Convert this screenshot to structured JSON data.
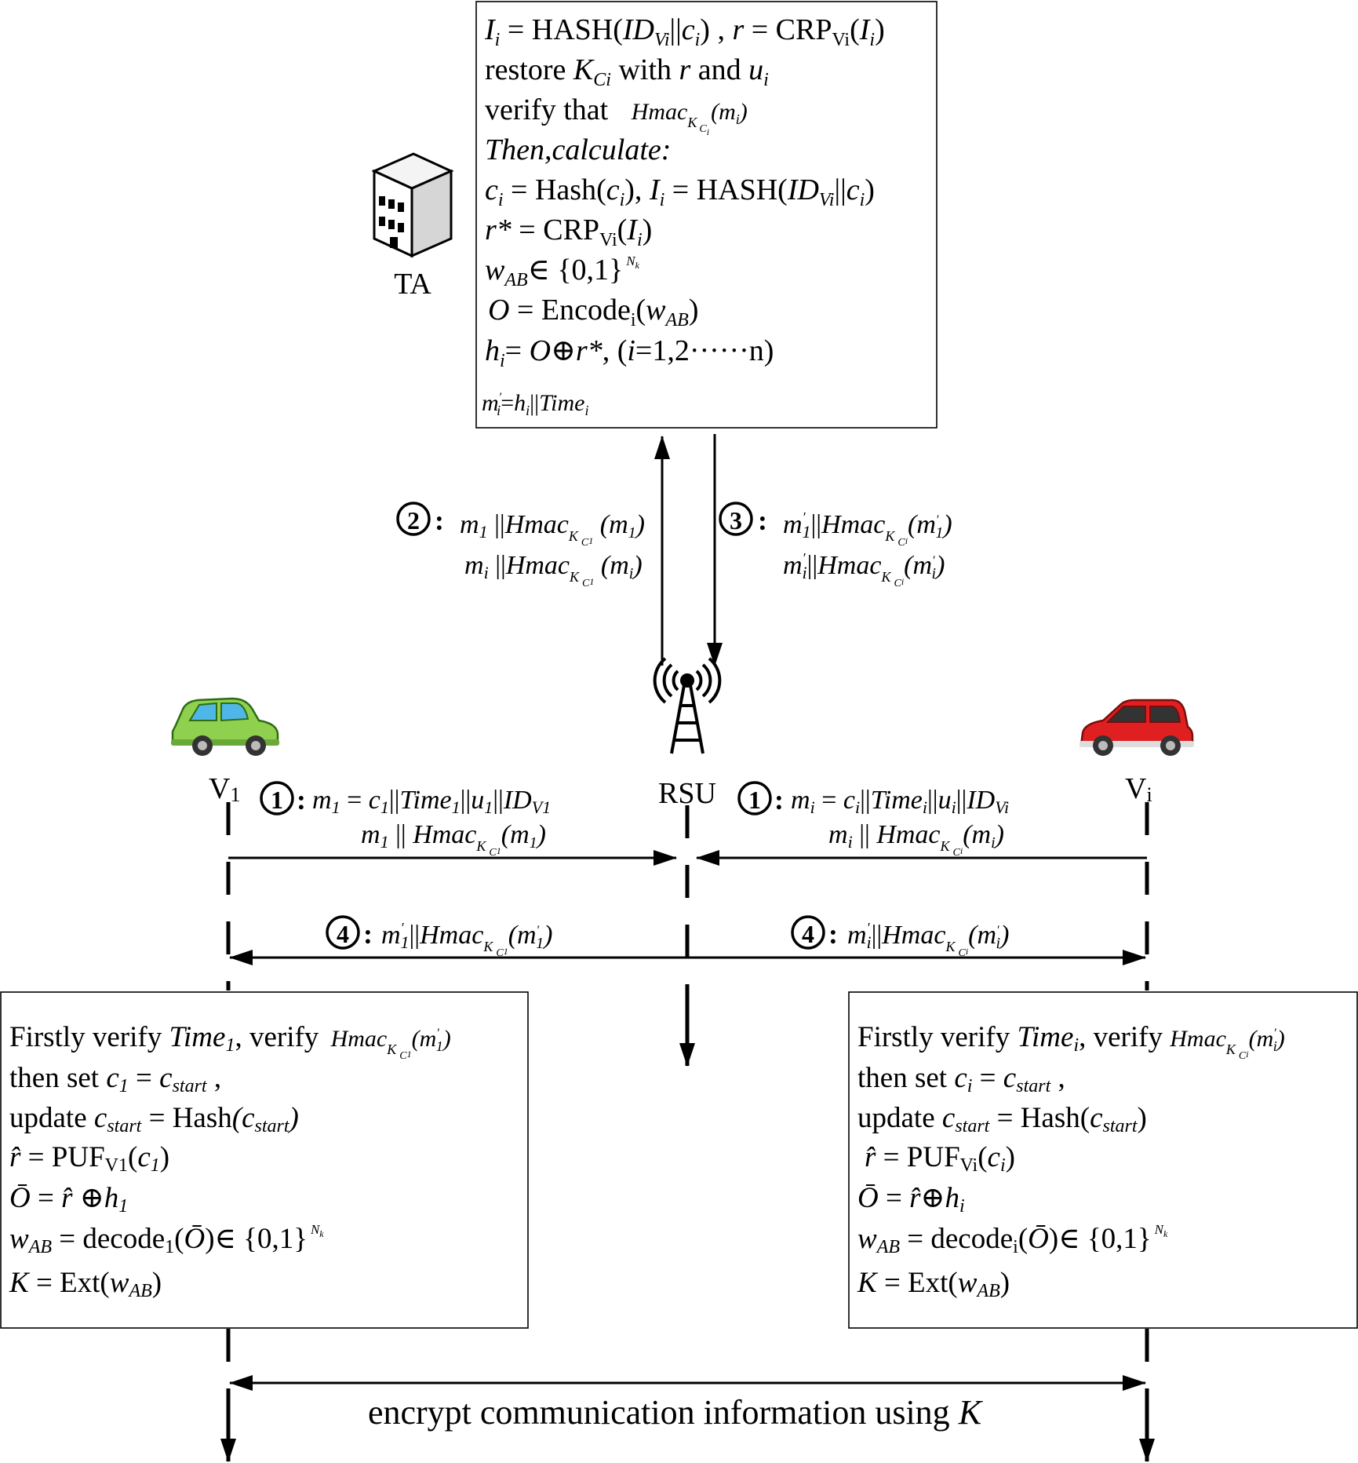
{
  "entities": {
    "ta": "TA",
    "rsu": "RSU",
    "v1": "V",
    "v1_sub": "1",
    "vi": "V",
    "vi_sub": "i"
  },
  "ta_box": {
    "l1a": "I",
    "l1b": "i",
    "l1c": " = HASH(",
    "l1d": "ID",
    "l1e": "Vi",
    "l1f": "||",
    "l1g": "c",
    "l1h": "i",
    "l1i": ") , ",
    "l1j": "r",
    "l1k": " = CRP",
    "l1l": "Vi",
    "l1m": "(",
    "l1n": "I",
    "l1o": "i",
    "l1p": ")",
    "l2a": "restore ",
    "l2b": "K",
    "l2c": "Ci",
    "l2d": " with ",
    "l2e": "r",
    "l2f": " and ",
    "l2g": "u",
    "l2h": "i",
    "l3a": "verify that ",
    "l3b": "Hmac",
    "l3c": "K",
    "l3d": "C",
    "l3e": "i",
    "l3f": "(m",
    "l3g": "i",
    "l3h": ")",
    "l4": "Then,calculate:",
    "l5a": "c",
    "l5b": "i",
    "l5c": " = Hash(",
    "l5d": "c",
    "l5e": "i",
    "l5f": "), ",
    "l5g": "I",
    "l5h": "i",
    "l5i": " = HASH(",
    "l5j": "ID",
    "l5k": "Vi",
    "l5l": "||",
    "l5m": "c",
    "l5n": "i",
    "l5o": ")",
    "l6a": "r*",
    "l6b": " = CRP",
    "l6c": "Vi",
    "l6d": "(",
    "l6e": "I",
    "l6f": "i",
    "l6g": ")",
    "l7a": "w",
    "l7b": "AB",
    "l7c": "∈ {0,1}",
    "l7d": "N",
    "l7e": "k",
    "l8a": "O",
    "l8b": " = Encode",
    "l8c": "i",
    "l8d": "(",
    "l8e": "w",
    "l8f": "AB",
    "l8g": ")",
    "l9a": "h",
    "l9b": "i",
    "l9c": "= ",
    "l9d": "O",
    "l9e": "⊕",
    "l9f": "r*",
    "l9g": ", (",
    "l9h": "i",
    "l9i": "=1,2······n)",
    "l10a": "m",
    "l10b": "′",
    "l10c": "i",
    "l10d": "=",
    "l10e": "h",
    "l10f": "i",
    "l10g": "||",
    "l10h": "Time",
    "l10i": "i"
  },
  "steps": {
    "s1": "①",
    "s2": "②",
    "s3": "③",
    "s4": "④",
    "colon": ":"
  },
  "msg2": {
    "a1": "m",
    "a2": "1",
    "a3": " ||",
    "a4": "Hmac",
    "a5": "K",
    "a6": "C",
    "a7": "1",
    "a8": " (m",
    "a9": "1",
    "a10": ")",
    "b1": "m",
    "b2": "i",
    "b3": " ||",
    "b4": "Hmac",
    "b5": "K",
    "b6": "C",
    "b7": "1",
    "b8": " (m",
    "b9": "i",
    "b10": ")"
  },
  "msg3": {
    "a1": "m",
    "a2": "′",
    "a3": "1",
    "a4": "||",
    "a5": "Hmac",
    "a6": "K",
    "a7": "C",
    "a8": "i",
    "a9": "(m",
    "a10": "′",
    "a11": "1",
    "a12": ")",
    "b1": "m",
    "b2": "′",
    "b3": "i",
    "b4": "||",
    "b5": "Hmac",
    "b6": "K",
    "b7": "C",
    "b8": "i",
    "b9": "(m",
    "b10": "′",
    "b11": "i",
    "b12": ")"
  },
  "msg1_left": {
    "a1": "m",
    "a2": "1",
    "a3": " = ",
    "a4": "c",
    "a5": "1",
    "a6": "||",
    "a7": "Time",
    "a8": "1",
    "a9": "||",
    "a10": "u",
    "a11": "1",
    "a12": "||",
    "a13": "ID",
    "a14": "V1",
    "b1": "m",
    "b2": "1",
    "b3": " || ",
    "b4": "Hmac",
    "b5": "K",
    "b6": "C",
    "b7": "1",
    "b8": "(m",
    "b9": "1",
    "b10": ")"
  },
  "msg1_right": {
    "a1": "m",
    "a2": "i",
    "a3": " = ",
    "a4": "c",
    "a5": "i",
    "a6": "||",
    "a7": "Time",
    "a8": "i",
    "a9": "||",
    "a10": "u",
    "a11": "i",
    "a12": "||",
    "a13": "ID",
    "a14": "Vi",
    "b1": "m",
    "b2": "i",
    "b3": " || ",
    "b4": "Hmac",
    "b5": "K",
    "b6": "C",
    "b7": "i",
    "b8": "(m",
    "b9": "i",
    "b10": ")"
  },
  "msg4_left": {
    "a1": "m",
    "a2": "′",
    "a3": "1",
    "a4": "||",
    "a5": "Hmac",
    "a6": "K",
    "a7": "C",
    "a8": "1",
    "a9": "(m",
    "a10": "′",
    "a11": "1",
    "a12": ")"
  },
  "msg4_right": {
    "a1": "m",
    "a2": "′",
    "a3": "i",
    "a4": "||",
    "a5": "Hmac",
    "a6": "K",
    "a7": "C",
    "a8": "i",
    "a9": "(m",
    "a10": "′",
    "a11": "i",
    "a12": ")"
  },
  "v1_box": {
    "l1a": "Firstly verify ",
    "l1b": "Time",
    "l1c": "1",
    "l1d": ", verify ",
    "l1e": "Hmac",
    "l1f": "K",
    "l1g": "C",
    "l1h": "1",
    "l1i": "(m",
    "l1j": "′",
    "l1k": "1",
    "l1l": ")",
    "l2a": "then set ",
    "l2b": "c",
    "l2c": "1",
    "l2d": " = ",
    "l2e": "c",
    "l2f": "start",
    "l2g": " ,",
    "l3a": "update ",
    "l3b": "c",
    "l3c": "start",
    "l3d": " = Hash",
    "l3e": "(c",
    "l3f": "start",
    "l3g": ")",
    "l4a": "r̂",
    "l4b": " = PUF",
    "l4c": "V1",
    "l4d": "(",
    "l4e": "c",
    "l4f": "1",
    "l4g": ")",
    "l5a": "Ō",
    "l5b": " = ",
    "l5c": "r̂",
    "l5d": " ⊕",
    "l5e": "h",
    "l5f": "1",
    "l6a": "w",
    "l6b": "AB",
    "l6c": " = decode",
    "l6d": "1",
    "l6e": "(",
    "l6f": "Ō",
    "l6g": ")∈ {0,1}",
    "l6h": "N",
    "l6i": "k",
    "l7a": "K",
    "l7b": " = Ext(",
    "l7c": "w",
    "l7d": "AB",
    "l7e": ")"
  },
  "vi_box": {
    "l1a": "Firstly verify ",
    "l1b": "Time",
    "l1c": "i",
    "l1d": ", verify ",
    "l1e": "Hmac",
    "l1f": "K",
    "l1g": "C",
    "l1h": "i",
    "l1i": "(m",
    "l1j": "′",
    "l1k": "i",
    "l1l": ")",
    "l2a": "then set ",
    "l2b": "c",
    "l2c": "i",
    "l2d": " = ",
    "l2e": "c",
    "l2f": "start",
    "l2g": " ,",
    "l3a": "update ",
    "l3b": "c",
    "l3c": "start",
    "l3d": " = Hash(",
    "l3e": "c",
    "l3f": "start",
    "l3g": ")",
    "l4a": "r̂",
    "l4b": " = PUF",
    "l4c": "Vi",
    "l4d": "(",
    "l4e": "c",
    "l4f": "i",
    "l4g": ")",
    "l5a": "Ō",
    "l5b": " = ",
    "l5c": "r̂",
    "l5d": "⊕",
    "l5e": "h",
    "l5f": "i",
    "l6a": "w",
    "l6b": "AB",
    "l6c": " = decode",
    "l6d": "i",
    "l6e": "(",
    "l6f": "Ō",
    "l6g": ")∈ {0,1}",
    "l6h": "N",
    "l6i": "k",
    "l7a": "K",
    "l7b": " = Ext(",
    "l7c": "w",
    "l7d": "AB",
    "l7e": ")"
  },
  "bottom": {
    "a": "encrypt communication information using ",
    "b": "K"
  },
  "colors": {
    "line": "#000000",
    "car_left": "#8fd14f",
    "car_right": "#e02020"
  },
  "icons": {
    "ta": "server-building-icon",
    "rsu": "radio-tower-icon",
    "v1": "green-car-icon",
    "vi": "red-car-icon"
  }
}
